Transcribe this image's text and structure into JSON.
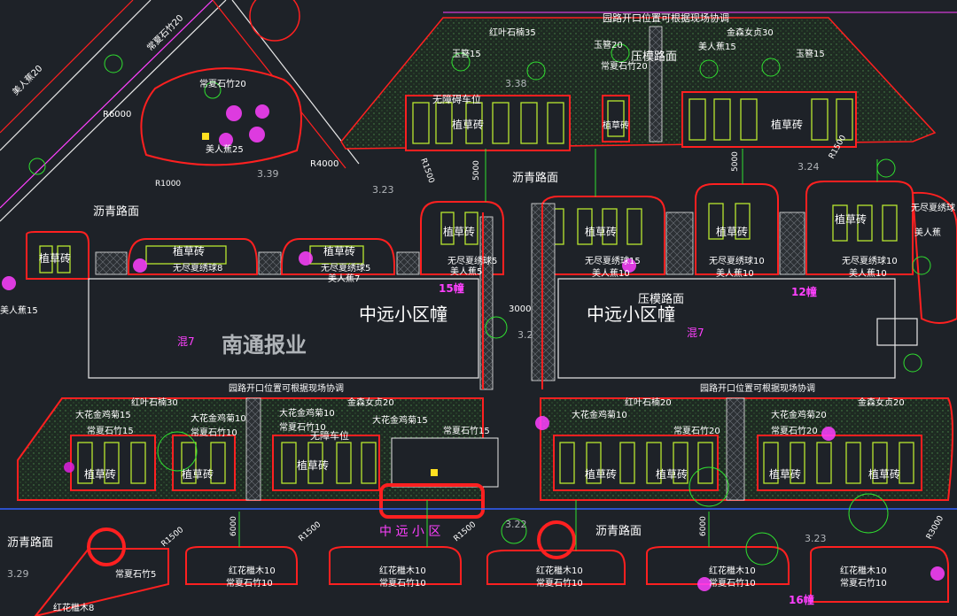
{
  "colors": {
    "background": "#1e2228",
    "outline": "#e8e8e8",
    "highlight": "#ff2020",
    "planter": "#b8e830",
    "hatch": "#2a4a2a",
    "label": "#ffffff",
    "magenta": "#ff40ff",
    "cyan": "#20e0e0",
    "yellow": "#ffe020",
    "green_line": "#30e030"
  },
  "labels": {
    "top_note": "园路开口位置可根据现场协调",
    "mid_note_left": "园路开口位置可根据现场协调",
    "mid_note_right": "园路开口位置可根据现场协调",
    "asphalt_1": "沥青路面",
    "asphalt_2": "沥青路面",
    "asphalt_3": "沥青路面",
    "asphalt_4": "沥青路面",
    "compact_top": "压模路面",
    "compact_mid": "压模路面",
    "grass_brick": "植草砖",
    "building_left": "中远小区幢",
    "building_right": "中远小区幢",
    "watermark": "南通报业",
    "community": "中 远 小 区",
    "bldg_15": "15幢",
    "bldg_12": "12幢",
    "bldg_16": "16幢",
    "no_parking": "无障碍车位",
    "no_parking_2": "无障车位",
    "mix_left": "混7",
    "mix_right": "混7",
    "level_338": "3.38",
    "level_324": "3.24",
    "level_339": "3.39",
    "level_323a": "3.23",
    "level_323b": "3.23",
    "level_329": "3.29",
    "level_322": "3.22",
    "level_32": "3.2",
    "r6000": "R6000",
    "r4000": "R4000",
    "r1500a": "R1500",
    "r1500b": "R1500",
    "r1500c": "R1500",
    "r1500d": "R1500",
    "r1500e": "R1500",
    "r1000": "R1000",
    "r3000": "R3000",
    "d5000a": "5000",
    "d5000b": "5000",
    "d3000": "3000",
    "d6000a": "6000",
    "d6000b": "6000",
    "plant_hongye": "红叶石楠35",
    "plant_jinxiu": "金森女贞30",
    "plant_yuqie": "玉簪20",
    "plant_changxia": "常夏石竹20",
    "plant_meiren": "美人蕉15",
    "plant_yuqie2": "玉簪15",
    "plant_dahua": "大花金鸡菊15",
    "plant_hongye2": "红叶石楠30",
    "plant_jinsen2": "金森女贞20",
    "plant_hongye3": "红叶石楠20",
    "plant_jinsen3": "金森女贞20",
    "plant_dahua2": "大花金鸡菊20",
    "plant_changxia2": "常夏石竹20",
    "plant_meiren25": "美人蕉25",
    "plant_meiren20": "美人蕉20",
    "plant_changxia20": "常夏石竹20",
    "plant_wujin": "无尽夏绣球8",
    "plant_wujin2": "无尽夏绣球5",
    "plant_meiren7": "美人蕉7",
    "plant_meiren5": "美人蕉5",
    "plant_wujin3": "无尽夏绣球15",
    "plant_meiren10": "美人蕉10",
    "plant_wujin4": "无尽夏绣球10",
    "plant_meiren10b": "美人蕉10",
    "plant_hongye10": "红花檵木10",
    "plant_changxia10": "常夏石竹10",
    "plant_hongye10b": "红花檵木10",
    "plant_changxia10b": "常夏石竹10",
    "plant_hongye10c": "红花檵木10",
    "plant_changxia10c": "常夏石竹10",
    "plant_hongye10d": "红花檵木10",
    "plant_changxia10d": "常夏石竹10",
    "plant_changxia5": "常夏石竹5",
    "plant_hongye8": "红花檵木8",
    "plant_meiren15l": "美人蕉15",
    "plant_meiren20l": "美人蕉20",
    "plant_changxia20l": "常夏石竹20",
    "plant_dahua10": "大花金鸡菊10",
    "plant_changxia10e": "常夏石竹10",
    "plant_jinsen20b": "金森女贞20",
    "plant_dahua15": "大花金鸡菊15",
    "plant_changxia15": "常夏石竹15",
    "plant_dahua10b": "大花金鸡菊10",
    "plant_changxia10f": "常夏石竹10",
    "plant_meiren_r": "无尽夏绣球",
    "plant_meiren_r2": "美人蕉",
    "plant_dahua20r": "大花金鸡菊20",
    "plant_jinsen20r": "金森女贞20",
    "plant_changxia20r": "常夏石竹20",
    "plant_changxia15r": "常夏石竹15",
    "plant_changxia20r2": "常夏石竹20"
  }
}
